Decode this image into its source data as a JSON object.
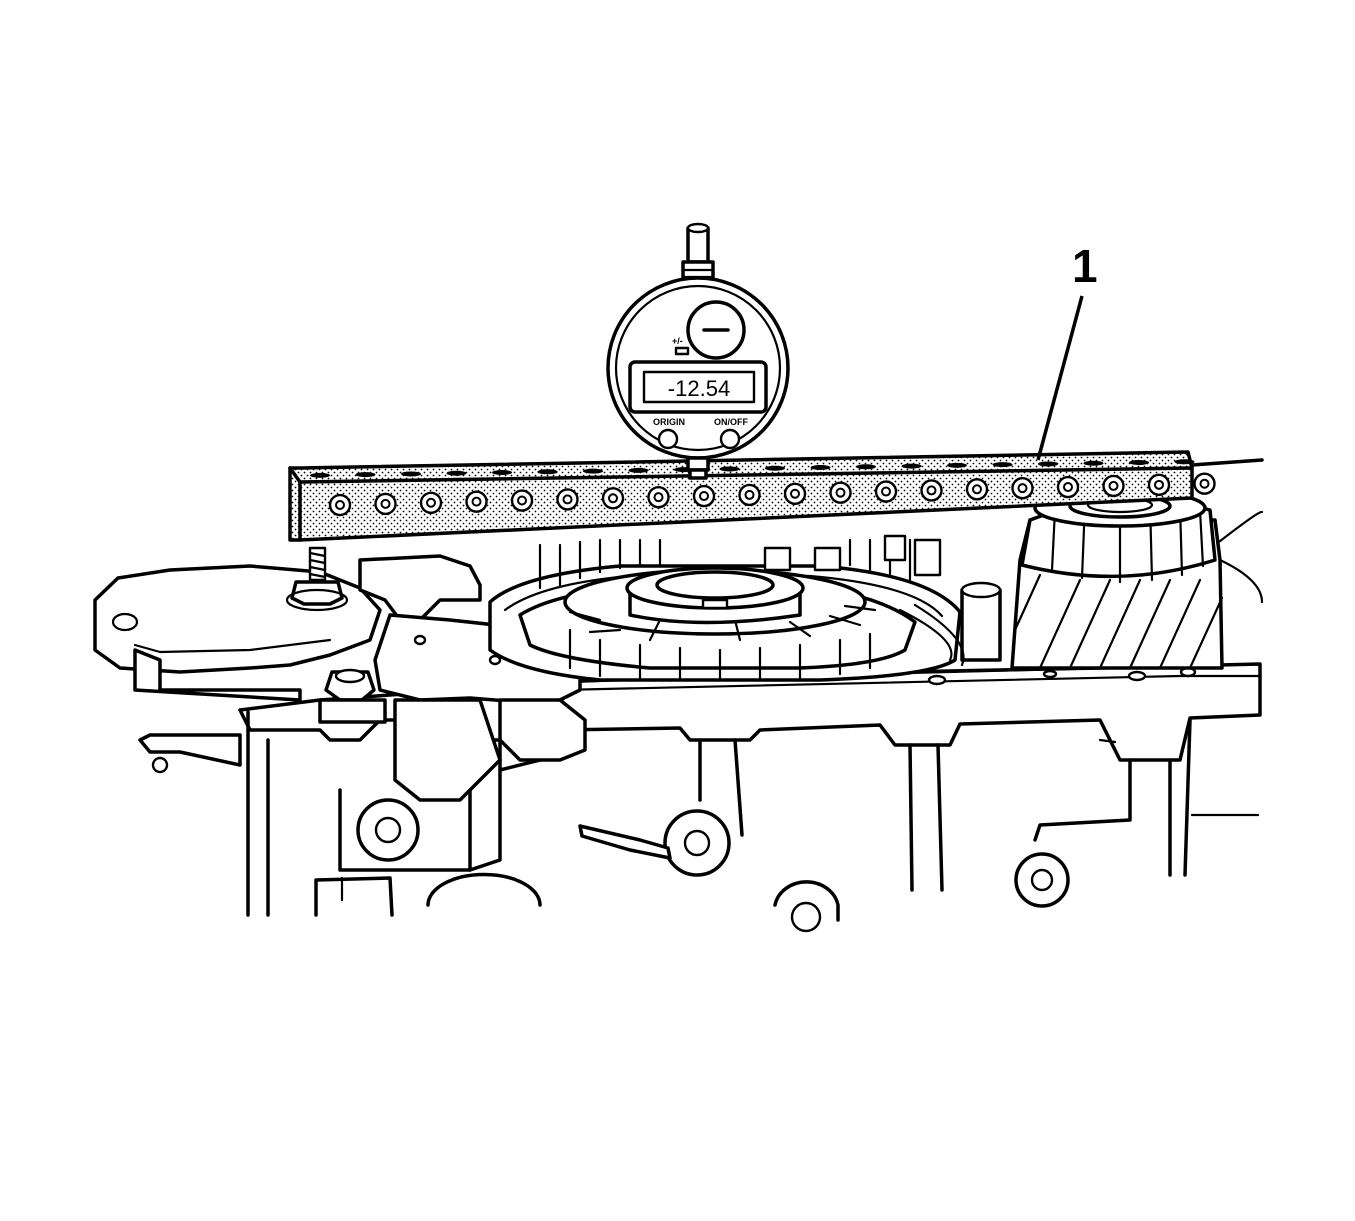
{
  "gauge": {
    "reading": "-12.54",
    "sign_label": "+/-",
    "origin_label": "ORIGIN",
    "onoff_label": "ON/OFF"
  },
  "callouts": [
    {
      "label": "1"
    }
  ]
}
